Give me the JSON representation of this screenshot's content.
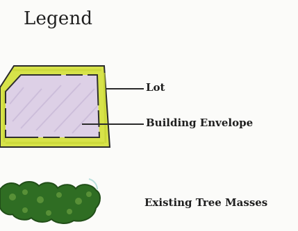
{
  "legend": {
    "title": "Legend",
    "items": [
      {
        "label": "Lot"
      },
      {
        "label": "Building Envelope"
      },
      {
        "label": "Existing Tree Masses"
      }
    ]
  },
  "colors": {
    "lot_fill": "#d6e24b",
    "envelope_fill": "#ded1e6",
    "outline": "#2a2a2a",
    "trees": "#2f6d23",
    "background": "#fbfbf9"
  }
}
